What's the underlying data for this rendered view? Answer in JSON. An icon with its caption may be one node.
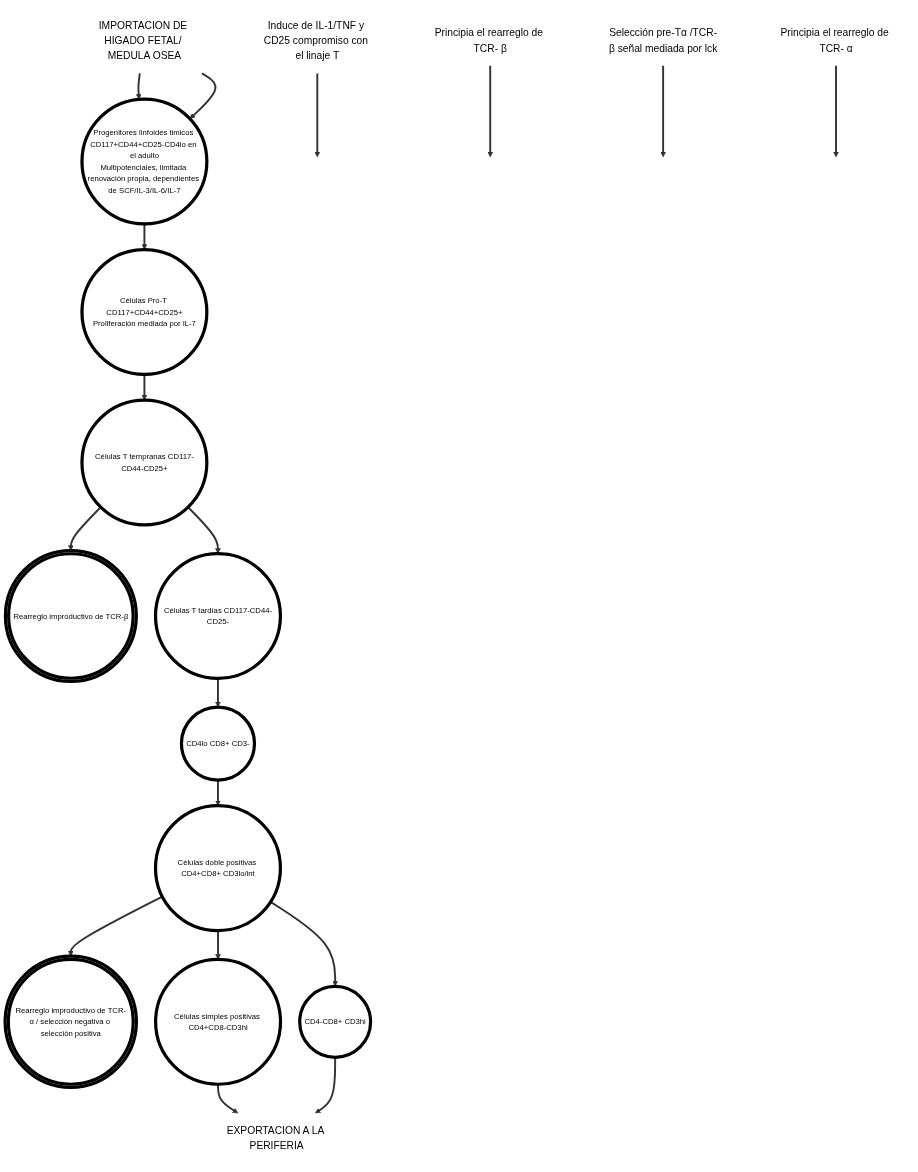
{
  "diagram": {
    "nodes": [
      {
        "text": [
          "IMPORTACION DE HIGADO FETAL/ MEDULA OSEA"
        ]
      },
      {
        "text": [
          "Progenitores linfoides timicos CD117+CD44+CD25-CD4lo en el adulto",
          "Multipotenciales, limitada renovación propia, dependientes de SCF/IL-3/IL-6/IL-7"
        ]
      },
      {
        "text": [
          "Induce de IL-1/TNF y CD25 compromiso con el linaje T"
        ]
      },
      {
        "text": [
          "Células Pro-T CD117+CD44+CD25+",
          "Proliferación mediada por IL-7"
        ]
      },
      {
        "text": [
          "Principia el rearreglo de TCR- β"
        ]
      },
      {
        "text": [
          "Células T tempranas CD117-CD44-CD25+"
        ]
      },
      {
        "text": [
          "Rearreglo improductivo de TCR-β"
        ]
      },
      {
        "text": [
          "Selección pre-Tα /TCR-β señal mediada por lck"
        ]
      },
      {
        "text": [
          "Células T tardías CD117-CD44-CD25-"
        ]
      },
      {
        "text": [
          "Principia el rearreglo de TCR- α"
        ]
      },
      {
        "text": [
          "CD4lo CD8+ CD3-"
        ]
      },
      {
        "text": [
          "Células doble positivas CD4+CD8+ CD3lo/int"
        ]
      },
      {
        "text": [
          "Rearreglo improductivo de TCR-α / selección negativa o selección positiva"
        ]
      },
      {
        "text": [
          "Células simples positivas CD4+CD8-CD3hi"
        ]
      },
      {
        "text": [
          "CD4-CD8+ CD3hi"
        ]
      },
      {
        "text": [
          "EXPORTACION A LA PERIFERIA"
        ]
      }
    ],
    "edges": [
      {
        "from": 0,
        "to": 1,
        "arrow": "to"
      },
      {
        "from": 0,
        "to": 1,
        "arrow": "to"
      },
      {
        "from": 1,
        "to": 3,
        "arrow": "to"
      },
      {
        "from": 2,
        "to": null,
        "arrow": "to"
      },
      {
        "from": 3,
        "to": 5,
        "arrow": "to"
      },
      {
        "from": 4,
        "to": null,
        "arrow": "to"
      },
      {
        "from": 5,
        "to": 6,
        "arrow": "to"
      },
      {
        "from": 5,
        "to": 8,
        "arrow": "to"
      },
      {
        "from": 7,
        "to": null,
        "arrow": "to"
      },
      {
        "from": 8,
        "to": 10,
        "arrow": "to"
      },
      {
        "from": 9,
        "to": null,
        "arrow": "to"
      },
      {
        "from": 10,
        "to": 11,
        "arrow": "to"
      },
      {
        "from": 11,
        "to": 12,
        "arrow": "to"
      },
      {
        "from": 11,
        "to": 13,
        "arrow": "to"
      },
      {
        "from": 11,
        "to": 14,
        "arrow": "to"
      },
      {
        "from": 13,
        "to": 15,
        "arrow": "to"
      },
      {
        "from": 14,
        "to": 15,
        "arrow": "to"
      }
    ]
  }
}
